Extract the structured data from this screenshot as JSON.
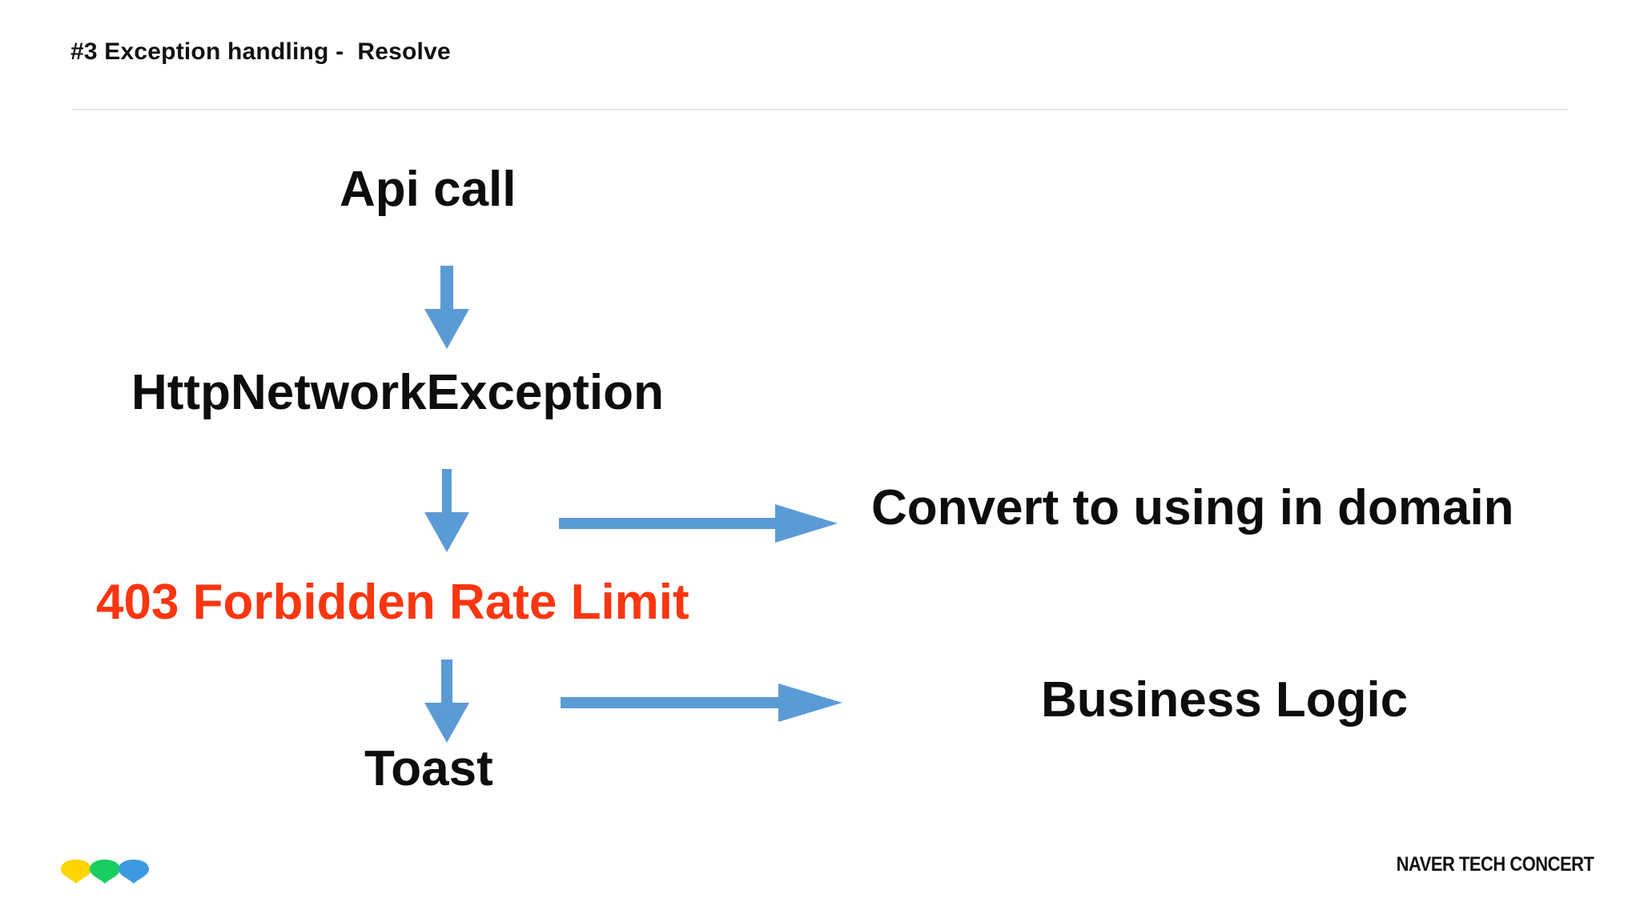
{
  "slide": {
    "title": "#3 Exception handling -  Resolve",
    "background_color": "#ffffff",
    "divider_color": "#e3e3e3"
  },
  "diagram": {
    "accent_arrow_color": "#5b9bd5",
    "error_text_color": "#fa3611",
    "text_color": "#0d0d0d",
    "nodes": [
      {
        "id": "api-call",
        "label": "Api call"
      },
      {
        "id": "exception",
        "label": "HttpNetworkException"
      },
      {
        "id": "error-code",
        "label": "403 Forbidden Rate Limit"
      },
      {
        "id": "toast",
        "label": "Toast"
      },
      {
        "id": "convert",
        "label": "Convert to using in domain"
      },
      {
        "id": "business",
        "label": "Business Logic"
      }
    ],
    "arrows": [
      {
        "id": "api-to-exception",
        "direction": "down"
      },
      {
        "id": "exception-to-error",
        "direction": "down"
      },
      {
        "id": "error-to-toast",
        "direction": "down"
      },
      {
        "id": "exception-to-convert",
        "direction": "right"
      },
      {
        "id": "error-to-business",
        "direction": "right"
      }
    ]
  },
  "footer": {
    "brand": "NAVER TECH CONCERT",
    "logo_petals": [
      {
        "name": "petal-yellow",
        "color": "#ffd400"
      },
      {
        "name": "petal-green",
        "color": "#19ce60"
      },
      {
        "name": "petal-blue",
        "color": "#3d9ae0"
      }
    ]
  }
}
